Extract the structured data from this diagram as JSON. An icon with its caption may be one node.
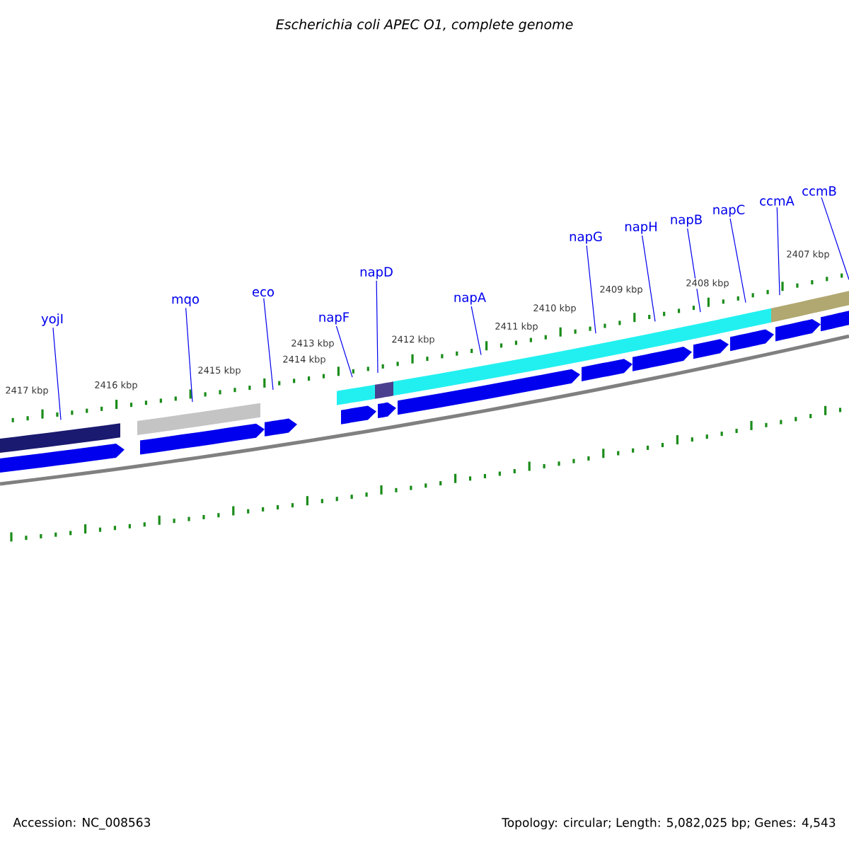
{
  "diagram": {
    "title": "Escherichia coli APEC O1, complete genome",
    "nodes": [
      {
        "text": [
          "yojI"
        ]
      },
      {
        "text": [
          "mqo"
        ]
      },
      {
        "text": [
          "eco"
        ]
      },
      {
        "text": [
          "napF"
        ]
      },
      {
        "text": [
          "napD"
        ]
      },
      {
        "text": [
          "napA"
        ]
      },
      {
        "text": [
          "napG"
        ]
      },
      {
        "text": [
          "napH"
        ]
      },
      {
        "text": [
          "napB"
        ]
      },
      {
        "text": [
          "napC"
        ]
      },
      {
        "text": [
          "ccmA"
        ]
      },
      {
        "text": [
          "ccmB"
        ]
      }
    ],
    "edges": [
      {
        "from": 0,
        "to": null,
        "arrow": "none"
      },
      {
        "from": 1,
        "to": null,
        "arrow": "none"
      },
      {
        "from": 2,
        "to": null,
        "arrow": "none"
      },
      {
        "from": 3,
        "to": null,
        "arrow": "none"
      },
      {
        "from": 4,
        "to": null,
        "arrow": "none"
      },
      {
        "from": 5,
        "to": null,
        "arrow": "none"
      },
      {
        "from": 6,
        "to": null,
        "arrow": "none"
      },
      {
        "from": 7,
        "to": null,
        "arrow": "none"
      },
      {
        "from": 8,
        "to": null,
        "arrow": "none"
      },
      {
        "from": 9,
        "to": null,
        "arrow": "none"
      },
      {
        "from": 10,
        "to": null,
        "arrow": "none"
      },
      {
        "from": 11,
        "to": null,
        "arrow": "none"
      }
    ],
    "labels": [
      "2417 kbp",
      "2416 kbp",
      "2415 kbp",
      "2414 kbp",
      "2413 kbp",
      "2412 kbp",
      "2411 kbp",
      "2410 kbp",
      "2409 kbp",
      "2408 kbp",
      "2407 kbp",
      "Accession: NC_008563",
      "Topology: circular; Length: 5,082,025 bp; Genes: 4,543"
    ]
  }
}
